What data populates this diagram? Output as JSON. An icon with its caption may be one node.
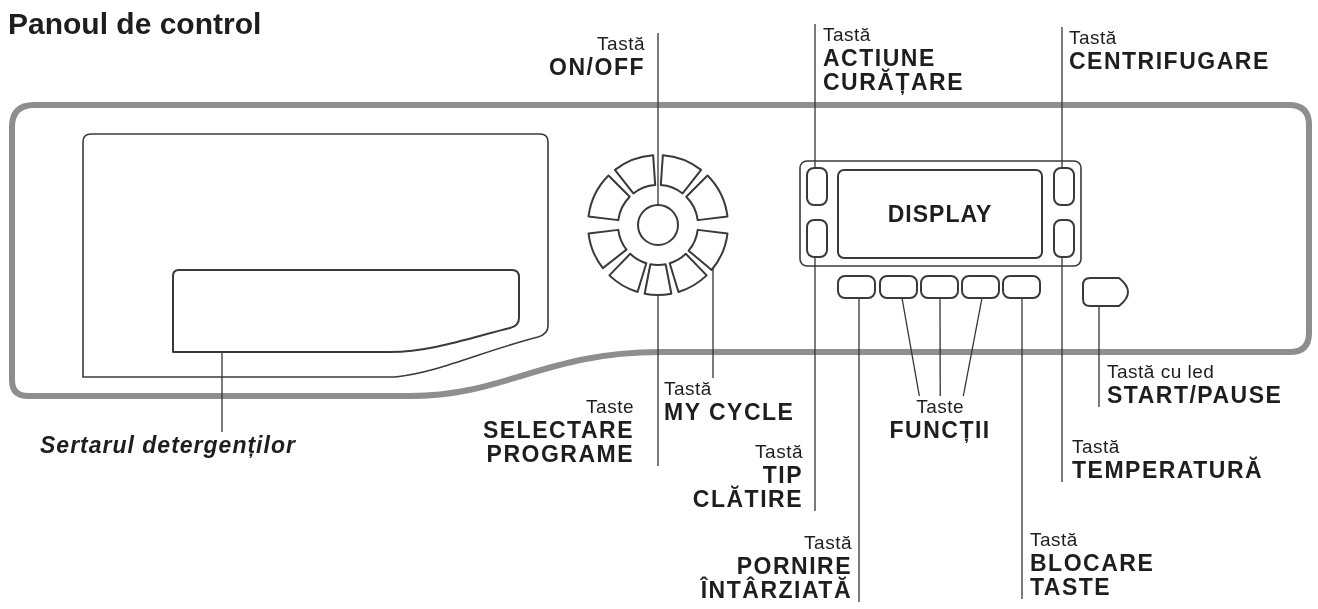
{
  "diagram": {
    "title": "Panoul de control",
    "nodes": [
      {
        "text": [
          "Tastă",
          "ON/OFF"
        ]
      },
      {
        "text": [
          "Tastă",
          "ACTIUNE CURĂȚARE"
        ]
      },
      {
        "text": [
          "Tastă",
          "CENTRIFUGARE"
        ]
      },
      {
        "text": [],
        "shape": "box"
      },
      {
        "text": [],
        "shape": "circle"
      },
      {
        "text": [],
        "shape": "box"
      },
      {
        "text": [],
        "shape": "box"
      },
      {
        "text": [],
        "shape": "box"
      },
      {
        "text": [],
        "shape": "box"
      },
      {
        "text": [
          "DISPLAY"
        ]
      },
      {
        "text": [],
        "shape": "box"
      },
      {
        "text": [],
        "shape": "box"
      },
      {
        "text": [],
        "shape": "box"
      },
      {
        "text": [],
        "shape": "box"
      },
      {
        "text": [],
        "shape": "box"
      },
      {
        "text": [],
        "shape": "box"
      },
      {
        "text": [],
        "shape": "box"
      },
      {
        "text": [],
        "shape": "box"
      },
      {
        "text": [
          "Sertarul detergenților"
        ]
      },
      {
        "text": [
          "Taste",
          "SELECTARE PROGRAME"
        ]
      },
      {
        "text": [
          "Tastă",
          "MY CYCLE"
        ]
      },
      {
        "text": [
          "Tastă",
          "TIP CLĂTIRE"
        ]
      },
      {
        "text": [
          "Tastă",
          "PORNIRE ÎNTÂRZIATĂ"
        ]
      },
      {
        "text": [
          "Taste",
          "FUNCȚII"
        ]
      },
      {
        "text": [
          "Tastă",
          "BLOCARE TASTE"
        ]
      },
      {
        "text": [
          "Tastă",
          "TEMPERATURĂ"
        ]
      },
      {
        "text": [
          "Tastă cu led",
          "START/PAUSE"
        ]
      }
    ],
    "edges": [
      {
        "from": 0,
        "to": 4,
        "arrow": "none"
      },
      {
        "from": 1,
        "to": 7,
        "arrow": "none"
      },
      {
        "from": 2,
        "to": 15,
        "arrow": "none"
      },
      {
        "from": 18,
        "to": 3,
        "arrow": "none"
      },
      {
        "from": 19,
        "to": 5,
        "arrow": "none"
      },
      {
        "from": 20,
        "to": 6,
        "arrow": "none"
      },
      {
        "from": 21,
        "to": 8,
        "arrow": "none"
      },
      {
        "from": 22,
        "to": 10,
        "arrow": "none"
      },
      {
        "from": 23,
        "to": 11,
        "arrow": "none"
      },
      {
        "from": 23,
        "to": 12,
        "arrow": "none"
      },
      {
        "from": 23,
        "to": 13,
        "arrow": "none"
      },
      {
        "from": 24,
        "to": 14,
        "arrow": "none"
      },
      {
        "from": 25,
        "to": 16,
        "arrow": "none"
      },
      {
        "from": 26,
        "to": 17,
        "arrow": "none"
      }
    ]
  }
}
